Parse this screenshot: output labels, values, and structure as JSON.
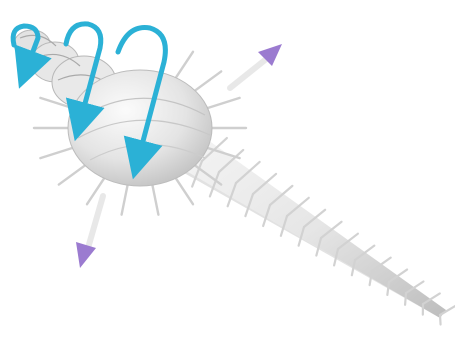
{
  "figure": {
    "subject": "spiny-seashell",
    "spin_arrow_count": 3,
    "direction_arrow_count": 2
  },
  "colors": {
    "background": "#ffffff",
    "shell_body": "#e6e6e6",
    "shell_shadow": "#bdbdbd",
    "shell_highlight": "#f7f7f7",
    "spines": "#cfcfcf",
    "spin_arrow": "#2bb1d6",
    "direction_arrow": "#9b7bd0"
  }
}
